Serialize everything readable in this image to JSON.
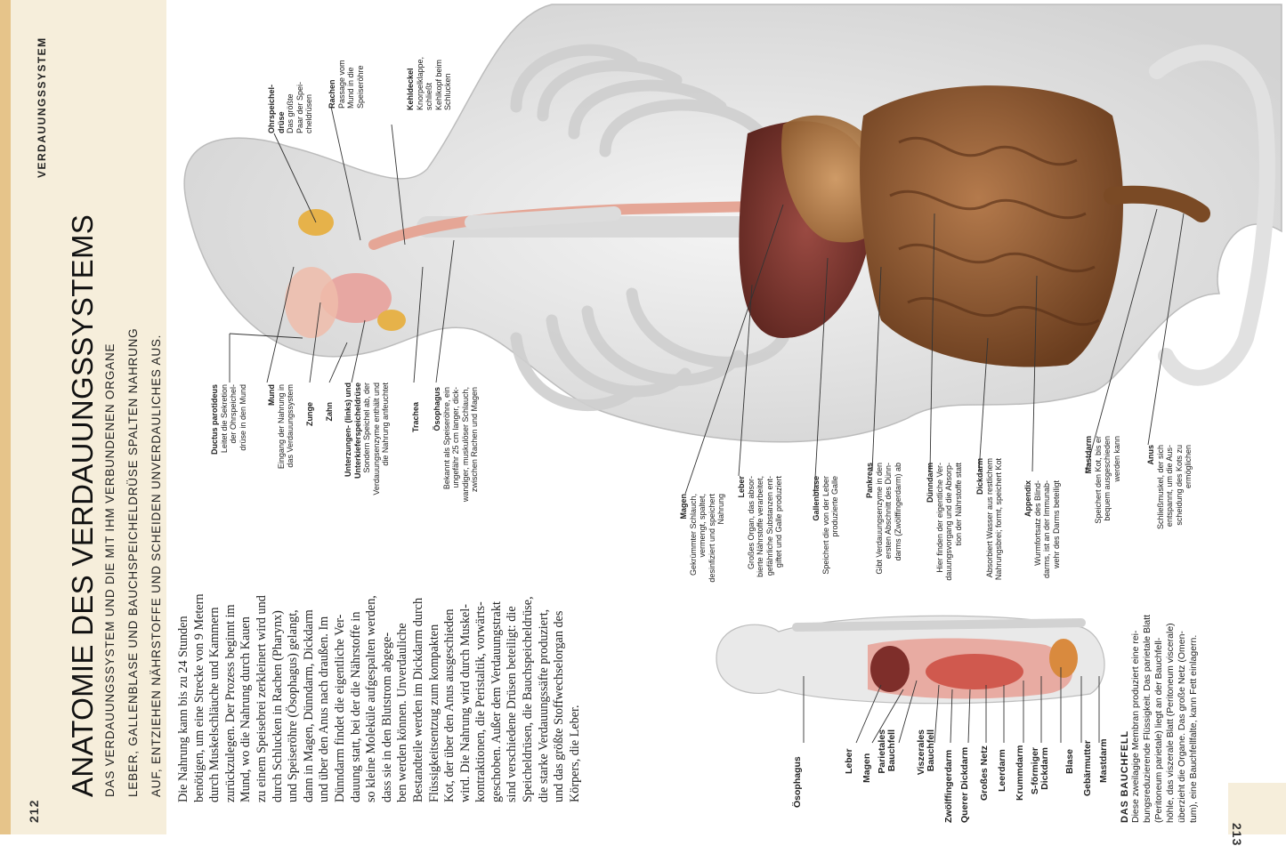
{
  "left_page": {
    "page_number": "212",
    "section": "VERDAUUNGSSYSTEM",
    "title": "ANATOMIE DES VERDAUUNGSSYSTEMS",
    "intro_lines": [
      "DAS VERDAUUNGSSYSTEM UND DIE MIT IHM VERBUNDENEN ORGANE",
      "LEBER, GALLENBLASE UND BAUCHSPEICHELDRÜSE SPALTEN NAHRUNG",
      "AUF, ENTZIEHEN NÄHRSTOFFE UND SCHEIDEN UNVERDAULICHES AUS."
    ],
    "body_lines": [
      "Die Nahrung kann bis zu 24 Stunden",
      "benötigen, um eine Strecke von 9 Metern",
      "durch Muskelschläuche und Kammern",
      "zurückzulegen. Der Prozess beginnt im",
      "Mund, wo die Nahrung durch Kauen",
      "zu einem Speisebrei zerkleinert wird und",
      "durch Schlucken in Rachen (Pharynx)",
      "und Speiseröhre (Ösophagus) gelangt,",
      "dann in Magen, Dünndarm, Dickdarm",
      "und über den Anus nach draußen. Im",
      "Dünndarm findet die eigentliche Ver-",
      "dauung statt, bei der die Nährstoffe in",
      "so kleine Moleküle aufgespalten werden,",
      "dass sie in den Blutstrom abgege-",
      "ben werden können. Unverdauliche",
      "Bestandteile werden im Dickdarm durch",
      "Flüssigkeitsentzug zum kompakten",
      "Kot, der über den Anus ausgeschieden",
      "wird. Die Nahrung wird durch Muskel-",
      "kontraktionen, die Peristaltik, vorwärts-",
      "geschoben. Außer dem Verdauungstrakt",
      "sind verschiedene Drüsen beteiligt: die",
      "Speicheldrüsen, die Bauchspeicheldrüse,",
      "die starke Verdauungssäfte produziert,",
      "und das größte Stoffwechselorgan des",
      "Körpers, die Leber."
    ]
  },
  "right_page": {
    "page_number": "213"
  },
  "labels_top": [
    {
      "name": "Ohrspeicheldrüse",
      "lines": [
        "Ohrspeichel-",
        "drüse"
      ],
      "desc": [
        "Das größte",
        "Paar der Spei-",
        "cheldrüsen"
      ]
    },
    {
      "name": "Rachen",
      "lines": [
        "Rachen"
      ],
      "desc": [
        "Passage vom",
        "Mund in die",
        "Speiseröhre"
      ]
    },
    {
      "name": "Kehldeckel",
      "lines": [
        "Kehldeckel"
      ],
      "desc": [
        "Knorpelklappe,",
        "schließt",
        "Kehlkopf beim",
        "Schlucken"
      ]
    }
  ],
  "labels_mid": [
    {
      "name": "Ductus parotideus",
      "lines": [
        "Ductus parotideus"
      ],
      "desc": [
        "Leitet die Sekretion",
        "der Ohrspeichel-",
        "drüse in den Mund"
      ]
    },
    {
      "name": "Mund",
      "lines": [
        "Mund"
      ],
      "desc": [
        "Eingang der Nahrung in",
        "das Verdauungssystem"
      ]
    },
    {
      "name": "Zunge",
      "lines": [
        "Zunge"
      ],
      "desc": []
    },
    {
      "name": "Zahn",
      "lines": [
        "Zahn"
      ],
      "desc": []
    },
    {
      "name": "Unterzungen- (links) und Unterkieferspeicheldrüse",
      "lines": [
        "Unterzungen- (links) und",
        "Unterkieferspeicheldrüse"
      ],
      "desc": [
        "Sondern Speichel ab, der",
        "Verdauungsenzyme enthält und",
        "die Nahrung anfeuchtet"
      ]
    },
    {
      "name": "Trachea",
      "lines": [
        "Trachea"
      ],
      "desc": []
    },
    {
      "name": "Ösophagus",
      "lines": [
        "Ösophagus"
      ],
      "desc": [
        "Bekannt als Speiseröhre, ein",
        "ungefähr 25 cm langer, dick-",
        "wandiger, muskulöser Schlauch,",
        "zwischen Rachen und Magen"
      ]
    }
  ],
  "labels_right": [
    {
      "name": "Magen",
      "lines": [
        "Magen"
      ],
      "desc": [
        "Gekrümmter Schlauch,",
        "vermengt, spaltet,",
        "desinfiziert und speichert",
        "Nahrung"
      ]
    },
    {
      "name": "Leber",
      "lines": [
        "Leber"
      ],
      "desc": [
        "Großes Organ, das absor-",
        "bierte Nährstoffe verarbeitet,",
        "gefährliche Substanzen ent-",
        "giftet und Galle produziert"
      ]
    },
    {
      "name": "Gallenblase",
      "lines": [
        "Gallenblase"
      ],
      "desc": [
        "Speichert die von der Leber",
        "produzierte Galle"
      ]
    },
    {
      "name": "Pankreas",
      "lines": [
        "Pankreas"
      ],
      "desc": [
        "Gibt Verdauungsenzyme in den",
        "ersten Abschnitt des Dünn-",
        "darms (Zwölffingerdarm) ab"
      ]
    },
    {
      "name": "Dünndarm",
      "lines": [
        "Dünndarm"
      ],
      "desc": [
        "Hier finden der eigentliche Ver-",
        "dauungsvorgang und die Absorp-",
        "tion der Nährstoffe statt"
      ]
    },
    {
      "name": "Dickdarm",
      "lines": [
        "Dickdarm"
      ],
      "desc": [
        "Absorbiert Wasser aus restlichem",
        "Nahrungsbrei; formt, speichert Kot"
      ]
    },
    {
      "name": "Appendix",
      "lines": [
        "Appendix"
      ],
      "desc": [
        "Wurmfortsatz des Blind-",
        "darms, ist an der Immunab-",
        "wehr des Darms beteiligt"
      ]
    },
    {
      "name": "Mastdarm",
      "lines": [
        "Mastdarm"
      ],
      "desc": [
        "Speichert den Kot, bis er",
        "bequem ausgeschieden",
        "werden kann"
      ]
    },
    {
      "name": "Anus",
      "lines": [
        "Anus"
      ],
      "desc": [
        "Schließmuskel, der sich",
        "entspannt, um die Aus-",
        "scheidung des Kots zu",
        "ermöglichen"
      ]
    }
  ],
  "labels_bottom": [
    "Ösophagus",
    "Leber",
    "Magen",
    "Parietales Bauchfell",
    "Viszerales Bauchfell",
    "Zwölffingerdarm",
    "Querer Dickdarm",
    "Großes Netz",
    "Leerdarm",
    "Krummdarm",
    "S-förmiger Dickdarm",
    "Blase",
    "Gebärmutter",
    "Mastdarm"
  ],
  "bauchfell": {
    "title": "DAS BAUCHFELL",
    "lines": [
      "Diese zweilagige Membran produziert eine rei-",
      "bungsreduzierende Flüssigkeit. Das parietale Blatt",
      "(Peritoneum parietale) liegt an der Bauchfell-",
      "höhle, das viszerale Blatt (Peritoneum viscerale)",
      "überzieht die Organe. Das große Netz (Omen-",
      "tum), eine Bauchfellfalte, kann Fett einlagern."
    ]
  }
}
